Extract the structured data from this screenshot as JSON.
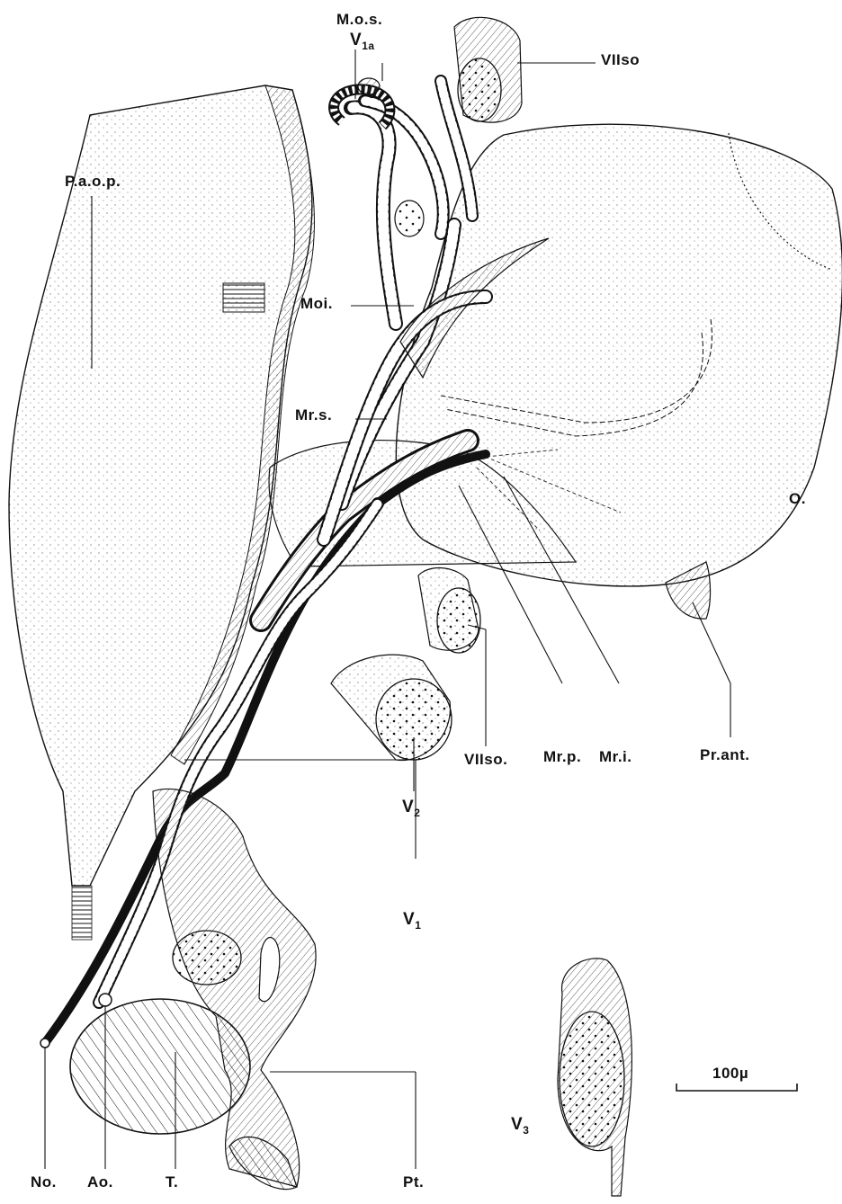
{
  "labels": {
    "mos": "M.o.s.",
    "v1a_main": "V",
    "v1a_sub": "1a",
    "viiso_top": "VIIso",
    "paop": "P.a.o.p.",
    "moi": "Moi.",
    "mrs": "Mr.s.",
    "o": "O.",
    "mrp": "Mr.p.",
    "mri": "Mr.i.",
    "viiso_mid": "VIIso.",
    "prant": "Pr.ant.",
    "v2_main": "V",
    "v2_sub": "2",
    "v1_main": "V",
    "v1_sub": "1",
    "v3_main": "V",
    "v3_sub": "3",
    "scale": "100µ",
    "no": "No.",
    "ao": "Ao.",
    "t": "T.",
    "pt": "Pt."
  },
  "colors": {
    "ink": "#111111",
    "paper": "#ffffff",
    "stipple": "#555555"
  }
}
